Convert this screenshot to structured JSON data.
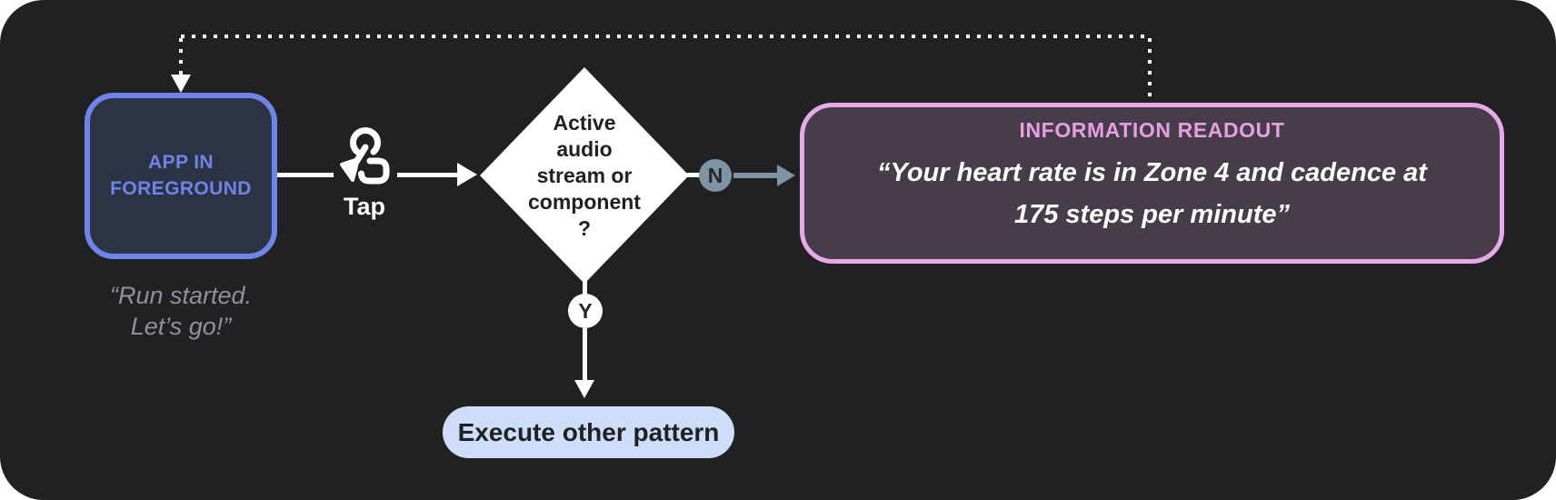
{
  "diagram": {
    "app_node": {
      "label": "APP IN\nFOREGROUND",
      "caption": "“Run started.\nLet’s go!”"
    },
    "tap": {
      "label": "Tap",
      "icon": "tap-gesture-icon"
    },
    "decision_node": {
      "question": "Active\naudio\nstream or\ncomponent\n?"
    },
    "no_branch": {
      "label": "N"
    },
    "yes_branch": {
      "label": "Y"
    },
    "readout_node": {
      "title": "INFORMATION READOUT",
      "quote": "“Your heart rate is in Zone 4 and cadence at\n175 steps per minute”"
    },
    "execute_node": {
      "label": "Execute other pattern"
    },
    "colors": {
      "surface": "#212124",
      "app_accent": "#6F84E8",
      "app_fill": "#2B3345",
      "caption_gray": "#8F9296",
      "readout_border": "#E6ABE7",
      "readout_title": "#E79FE3",
      "readout_fill": "#473C4A",
      "no_branch_slate": "#7E93A3",
      "execute_fill": "#CEDDF8",
      "dark_text": "#202124",
      "white": "#FFFFFF"
    }
  }
}
